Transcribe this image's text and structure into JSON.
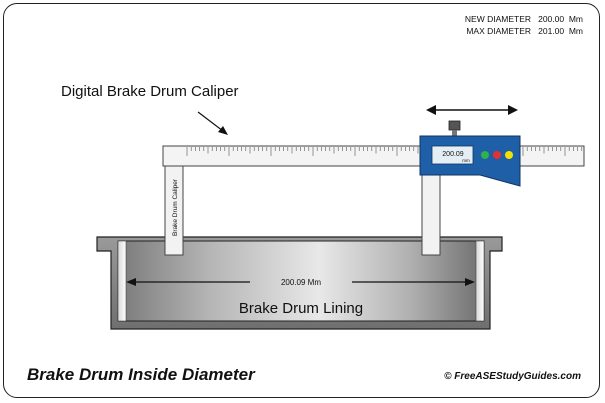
{
  "specs": {
    "new_diameter": "NEW DIAMETER   200.00  Mm",
    "max_diameter": "MAX DIAMETER   201.00  Mm"
  },
  "labels": {
    "caliper_title": "Digital Brake Drum Caliper",
    "caliper_arm_text": "Brake Drum Caliper",
    "display_value": "200.09",
    "display_unit": "mm",
    "measurement": "200.09 Mm",
    "drum_lining": "Brake Drum Lining"
  },
  "footer": {
    "title": "Brake Drum Inside Diameter",
    "copyright": "© FreeASEStudyGuides.com"
  },
  "colors": {
    "caliper_blue": "#1f5fa8",
    "button_green": "#2db34a",
    "button_red": "#e63030",
    "button_yellow": "#f2e100",
    "drum_gray": "#8f8f8f"
  }
}
